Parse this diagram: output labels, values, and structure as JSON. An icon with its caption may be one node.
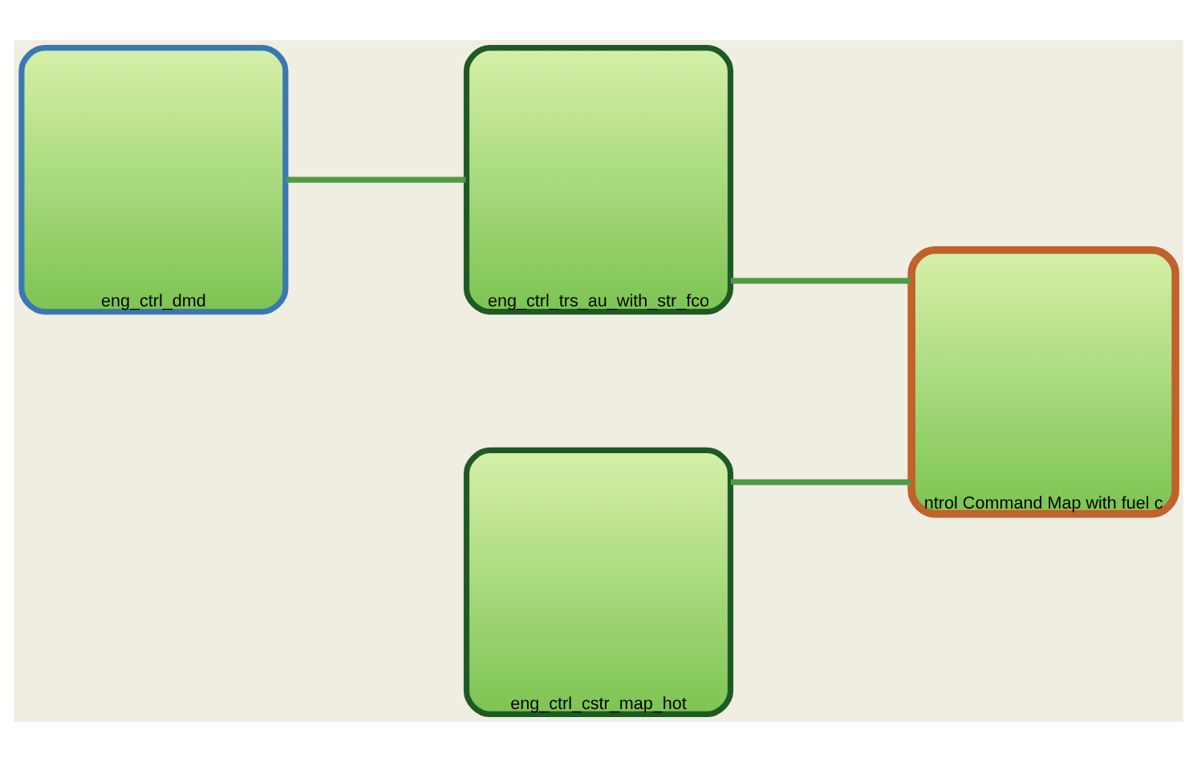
{
  "diagram": {
    "nodes": [
      {
        "text": [
          "eng_ctrl_dmd"
        ]
      },
      {
        "text": [
          "eng_ctrl_trs_au_with_str_fco"
        ]
      },
      {
        "text": [
          "eng_ctrl_cstr_map_hot"
        ]
      },
      {
        "text": [
          "ntrol Command Map with fuel c"
        ]
      }
    ],
    "edges": [
      {
        "from": 0,
        "to": 1,
        "arrow": "none"
      },
      {
        "from": 1,
        "to": 3,
        "arrow": "none"
      },
      {
        "from": 2,
        "to": 3,
        "arrow": "none"
      }
    ]
  }
}
